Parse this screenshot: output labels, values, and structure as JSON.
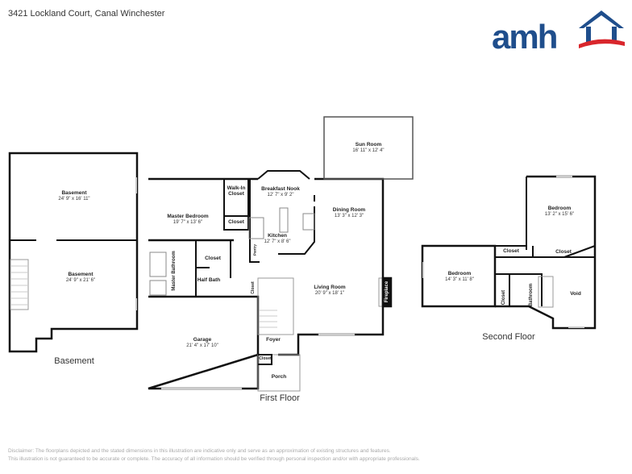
{
  "address": "3421 Lockland Court, Canal Winchester",
  "logo": {
    "text": "amh",
    "colors": {
      "blue": "#1f4e8c",
      "red": "#d9262c"
    }
  },
  "floors": {
    "basement": {
      "label": "Basement",
      "rooms": [
        {
          "name": "Basement",
          "dims": "24' 9\" x 16' 11\""
        },
        {
          "name": "Basement",
          "dims": "24' 9\" x 21' 6\""
        }
      ]
    },
    "first": {
      "label": "First Floor",
      "rooms": [
        {
          "name": "Sun Room",
          "dims": "16' 11\" x 12' 4\""
        },
        {
          "name": "Walk-In Closet",
          "dims": ""
        },
        {
          "name": "Breakfast Nook",
          "dims": "12' 7\" x 9' 2\""
        },
        {
          "name": "Master Bedroom",
          "dims": "19' 7\" x 13' 6\""
        },
        {
          "name": "Dining Room",
          "dims": "13' 3\" x 12' 3\""
        },
        {
          "name": "Closet",
          "dims": ""
        },
        {
          "name": "Kitchen",
          "dims": "12' 7\" x 8' 6\""
        },
        {
          "name": "Closet",
          "dims": ""
        },
        {
          "name": "Half Bath",
          "dims": ""
        },
        {
          "name": "Living Room",
          "dims": "20' 9\" x 18' 1\""
        },
        {
          "name": "Garage",
          "dims": "21' 4\" x 17' 10\""
        },
        {
          "name": "Foyer",
          "dims": ""
        },
        {
          "name": "Closet",
          "dims": ""
        },
        {
          "name": "Porch",
          "dims": ""
        }
      ],
      "vertical": {
        "master_bath": "Master Bathroom",
        "pantry": "Pantry",
        "closet": "Closet",
        "fireplace": "Fireplace"
      }
    },
    "second": {
      "label": "Second Floor",
      "rooms": [
        {
          "name": "Bedroom",
          "dims": "13' 2\" x 15' 6\""
        },
        {
          "name": "Closet",
          "dims": ""
        },
        {
          "name": "Closet",
          "dims": ""
        },
        {
          "name": "Bedroom",
          "dims": "14' 3\" x 11' 8\""
        },
        {
          "name": "Void",
          "dims": ""
        }
      ],
      "vertical": {
        "closet": "Closet",
        "bathroom": "Bathroom"
      }
    }
  },
  "disclaimer": [
    "Disclaimer: The floorplans depicted and the stated dimensions in this illustration are indicative only and serve as an approximation of existing structures and features.",
    "This illustration is not guaranteed to be accurate or complete. The accuracy of all information should be verified through personal inspection and/or with appropriate professionals."
  ]
}
